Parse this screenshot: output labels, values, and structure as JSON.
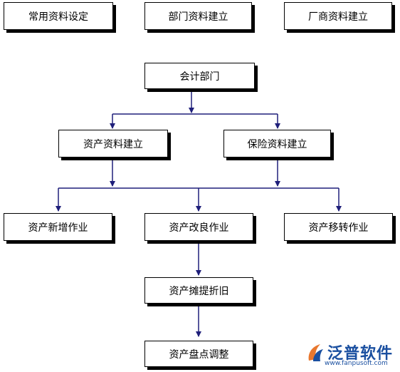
{
  "nodes": {
    "common_settings": "常用资料设定",
    "dept_setup": "部门资料建立",
    "vendor_setup": "厂商资料建立",
    "accounting_dept": "会计部门",
    "asset_setup": "资产资料建立",
    "insurance_setup": "保险资料建立",
    "asset_add": "资产新增作业",
    "asset_improve": "资产改良作业",
    "asset_transfer": "资产移转作业",
    "asset_depreciation": "资产摊提折旧",
    "asset_inventory": "资产盘点调整"
  },
  "colors": {
    "connector": "#1f1f7a",
    "logo": "#1a4fa0",
    "logo_accent": "#e8772e"
  },
  "logo": {
    "name": "泛普软件",
    "url": "www.fanpusoft.com"
  }
}
